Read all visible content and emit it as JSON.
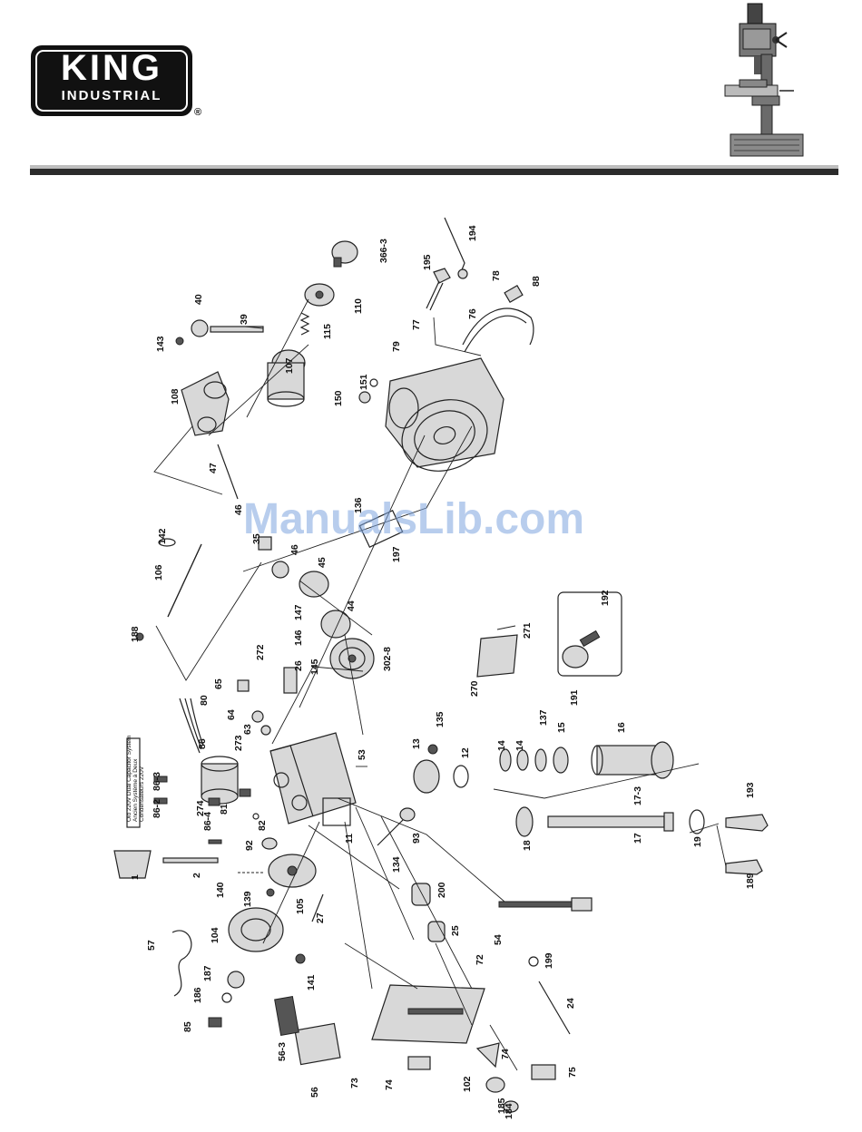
{
  "brand": {
    "name": "KING",
    "subtitle": "INDUSTRIAL",
    "registered": "®"
  },
  "watermark": "ManualsLib.com",
  "note_box": [
    "Old 220V Dual Capacitor System",
    "Ancien Système à Deux",
    "Condensateurs 220V"
  ],
  "part_labels": [
    "1",
    "2",
    "11",
    "12",
    "13",
    "14",
    "14",
    "15",
    "16",
    "17",
    "17-3",
    "18",
    "19",
    "24",
    "25",
    "26",
    "27",
    "35",
    "39",
    "40",
    "44",
    "45",
    "46",
    "46",
    "47",
    "53",
    "54",
    "56",
    "56-3",
    "57",
    "63",
    "64",
    "65",
    "72",
    "73",
    "74",
    "74",
    "75",
    "76",
    "77",
    "78",
    "79",
    "80",
    "81",
    "82",
    "85",
    "86",
    "86-2",
    "86-3",
    "86-4",
    "88",
    "92",
    "93",
    "102",
    "104",
    "105",
    "106",
    "107",
    "108",
    "110",
    "115",
    "134",
    "135",
    "136",
    "137",
    "139",
    "140",
    "141",
    "142",
    "143",
    "145",
    "146",
    "147",
    "150",
    "151",
    "184",
    "185",
    "186",
    "187",
    "188",
    "189",
    "191",
    "192",
    "193",
    "194",
    "195",
    "197",
    "199",
    "200",
    "270",
    "271",
    "272",
    "273",
    "274",
    "302-8",
    "366-3"
  ],
  "colors": {
    "rule_dark": "#2b2b2b",
    "rule_light": "#bdbdbd",
    "watermark": "#7fa6e0"
  }
}
